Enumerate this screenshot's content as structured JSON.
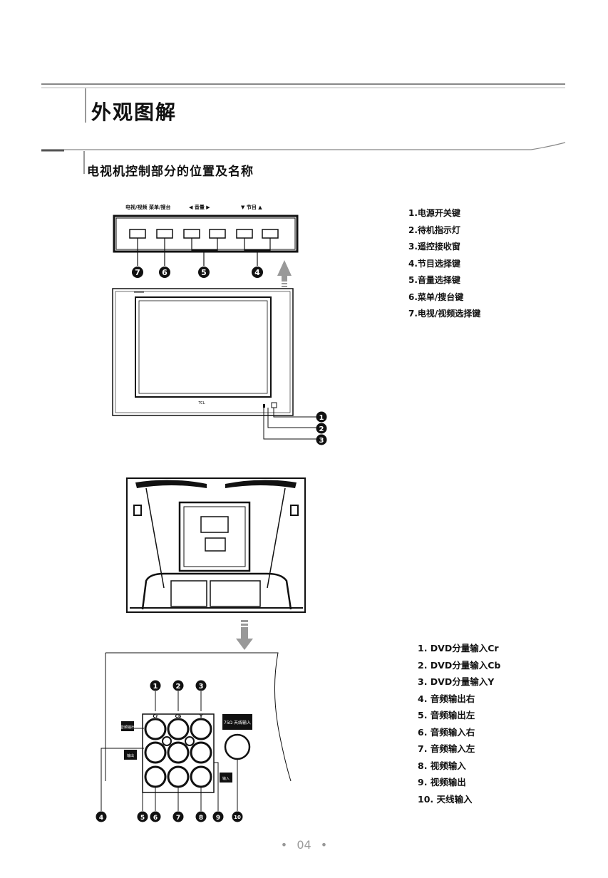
{
  "page": {
    "title": "外观图解",
    "subtitle": "电视机控制部分的位置及名称",
    "page_number": "04",
    "dots": "•"
  },
  "front_panel": {
    "labels": [
      "电视/视频 菜单/搜台",
      "◀ 音量 ▶",
      "▼ 节目 ▲"
    ],
    "tv_logo": "TCL",
    "list": [
      "1.电源开关键",
      "2.待机指示灯",
      "3.遥控接收窗",
      "4.节目选择键",
      "5.音量选择键",
      "6.菜单/搜台键",
      "7.电视/视频选择键"
    ],
    "callouts_top": [
      "7",
      "6",
      "5",
      "4"
    ],
    "callouts_side": [
      "1",
      "2",
      "3"
    ]
  },
  "rear_panel": {
    "jack_labels": [
      "Cr",
      "Cb",
      "Y"
    ],
    "side_labels": [
      "音频输出",
      "输出",
      "输入"
    ],
    "antenna_label": "75Ω 天线输入",
    "list": [
      "1. DVD分量输入Cr",
      "2. DVD分量输入Cb",
      "3. DVD分量输入Y",
      "4. 音频输出右",
      "5. 音频输出左",
      "6. 音频输入右",
      "7. 音频输入左",
      "8. 视频输入",
      "9. 视频输出",
      "10. 天线输入"
    ],
    "callouts_top": [
      "1",
      "2",
      "3"
    ],
    "callouts_bottom": [
      "4",
      "5",
      "6",
      "7",
      "8",
      "9",
      "10"
    ]
  }
}
